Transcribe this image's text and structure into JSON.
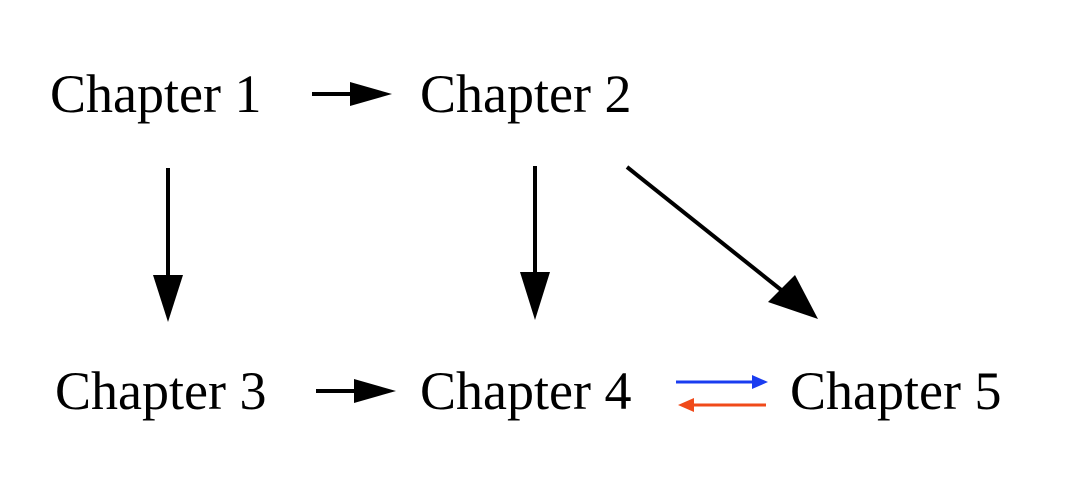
{
  "nodes": {
    "ch1": "Chapter 1",
    "ch2": "Chapter 2",
    "ch3": "Chapter 3",
    "ch4": "Chapter 4",
    "ch5": "Chapter 5"
  },
  "colors": {
    "arrow": "#000000",
    "forward_arrow": "#1a3cf0",
    "backward_arrow": "#f04a1a"
  },
  "edges": [
    {
      "from": "Chapter 1",
      "to": "Chapter 2"
    },
    {
      "from": "Chapter 1",
      "to": "Chapter 3"
    },
    {
      "from": "Chapter 2",
      "to": "Chapter 4"
    },
    {
      "from": "Chapter 2",
      "to": "Chapter 5"
    },
    {
      "from": "Chapter 3",
      "to": "Chapter 4"
    },
    {
      "from": "Chapter 4",
      "to": "Chapter 5"
    },
    {
      "from": "Chapter 5",
      "to": "Chapter 4"
    }
  ]
}
